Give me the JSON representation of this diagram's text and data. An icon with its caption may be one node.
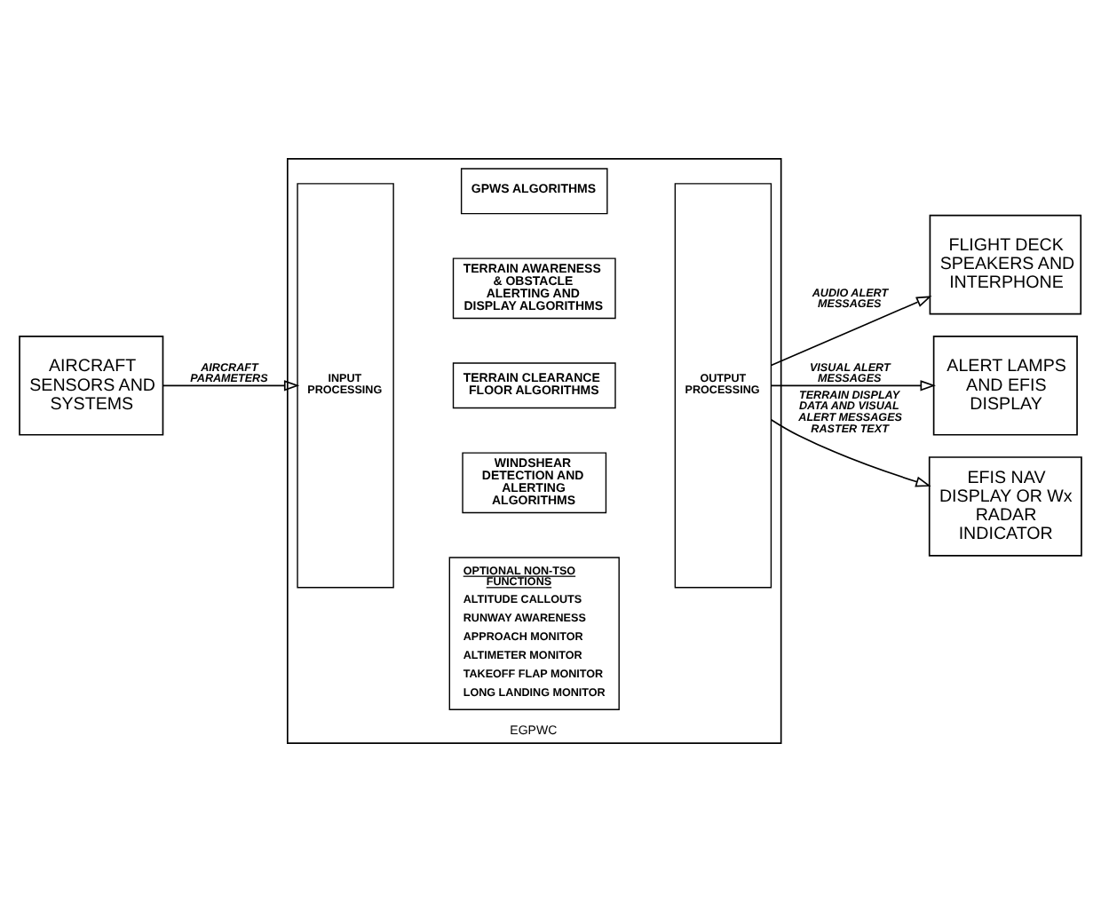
{
  "diagram": {
    "nodes": [
      {
        "text": [
          "AIRCRAFT SENSORS AND SYSTEMS"
        ]
      },
      {
        "text": [
          "EGPWC"
        ]
      },
      {
        "text": [
          "INPUT PROCESSING"
        ],
        "in": 1
      },
      {
        "text": [
          "GPWS ALGORITHMS"
        ],
        "in": 1
      },
      {
        "text": [
          "TERRAIN AWARENESS & OBSTACLE ALERTING AND DISPLAY ALGORITHMS"
        ],
        "in": 1
      },
      {
        "text": [
          "TERRAIN CLEARANCE FLOOR ALGORITHMS"
        ],
        "in": 1
      },
      {
        "text": [
          "WINDSHEAR DETECTION AND ALERTING ALGORITHMS"
        ],
        "in": 1
      },
      {
        "text": [
          "OPTIONAL NON-TSO FUNCTIONS",
          "ALTITUDE CALLOUTS",
          "RUNWAY AWARENESS",
          "APPROACH MONITOR",
          "ALTIMETER MONITOR",
          "TAKEOFF FLAP MONITOR",
          "LONG LANDING MONITOR"
        ],
        "in": 1
      },
      {
        "text": [
          "OUTPUT PROCESSING"
        ],
        "in": 1
      },
      {
        "text": [
          "FLIGHT DECK SPEAKERS AND INTERPHONE"
        ]
      },
      {
        "text": [
          "ALERT LAMPS AND EFIS DISPLAY"
        ]
      },
      {
        "text": [
          "EFIS NAV DISPLAY OR Wx RADAR INDICATOR"
        ]
      }
    ],
    "edges": [
      {
        "from": 0,
        "to": 2,
        "arrow": "to",
        "label": "AIRCRAFT PARAMETERS"
      },
      {
        "from": 8,
        "to": 9,
        "arrow": "to",
        "label": "AUDIO ALERT MESSAGES"
      },
      {
        "from": 8,
        "to": 10,
        "arrow": "to",
        "label": "VISUAL ALERT MESSAGES"
      },
      {
        "from": 8,
        "to": 11,
        "arrow": "to",
        "label": "TERRAIN DISPLAY DATA AND VISUAL ALERT MESSAGES RASTER TEXT"
      }
    ]
  }
}
